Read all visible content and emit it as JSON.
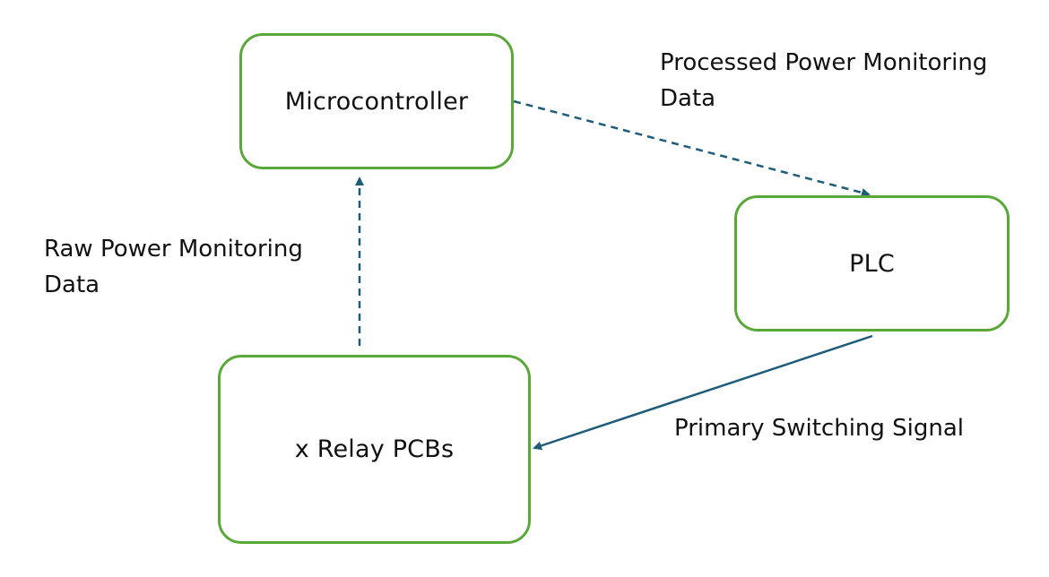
{
  "nodes": {
    "microcontroller": {
      "label": "Microcontroller"
    },
    "plc": {
      "label": "PLC"
    },
    "relay": {
      "label": "x Relay PCBs"
    }
  },
  "edges": {
    "processed": {
      "label_line1": "Processed Power Monitoring",
      "label_line2": "Data",
      "style": "dashed"
    },
    "raw": {
      "label_line1": "Raw Power Monitoring",
      "label_line2": "Data",
      "style": "dashed"
    },
    "switching": {
      "label": "Primary Switching Signal",
      "style": "solid"
    }
  },
  "colors": {
    "node_border": "#5aa83a",
    "arrow": "#1f5c7a",
    "text": "#111111"
  }
}
